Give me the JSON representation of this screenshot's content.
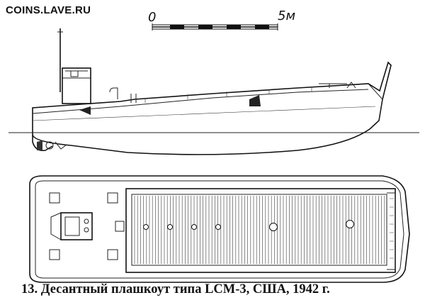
{
  "watermark": {
    "text": "COINS.LAVE.RU"
  },
  "scale": {
    "zero_label": "0",
    "five_label": "5м"
  },
  "caption": "13. Десантный плашкоут типа LCM-3, США, 1942 г.",
  "icons": {
    "scale-bar": "scale-bar-icon",
    "side-view": "side-elevation-drawing",
    "plan-view": "top-plan-drawing"
  }
}
